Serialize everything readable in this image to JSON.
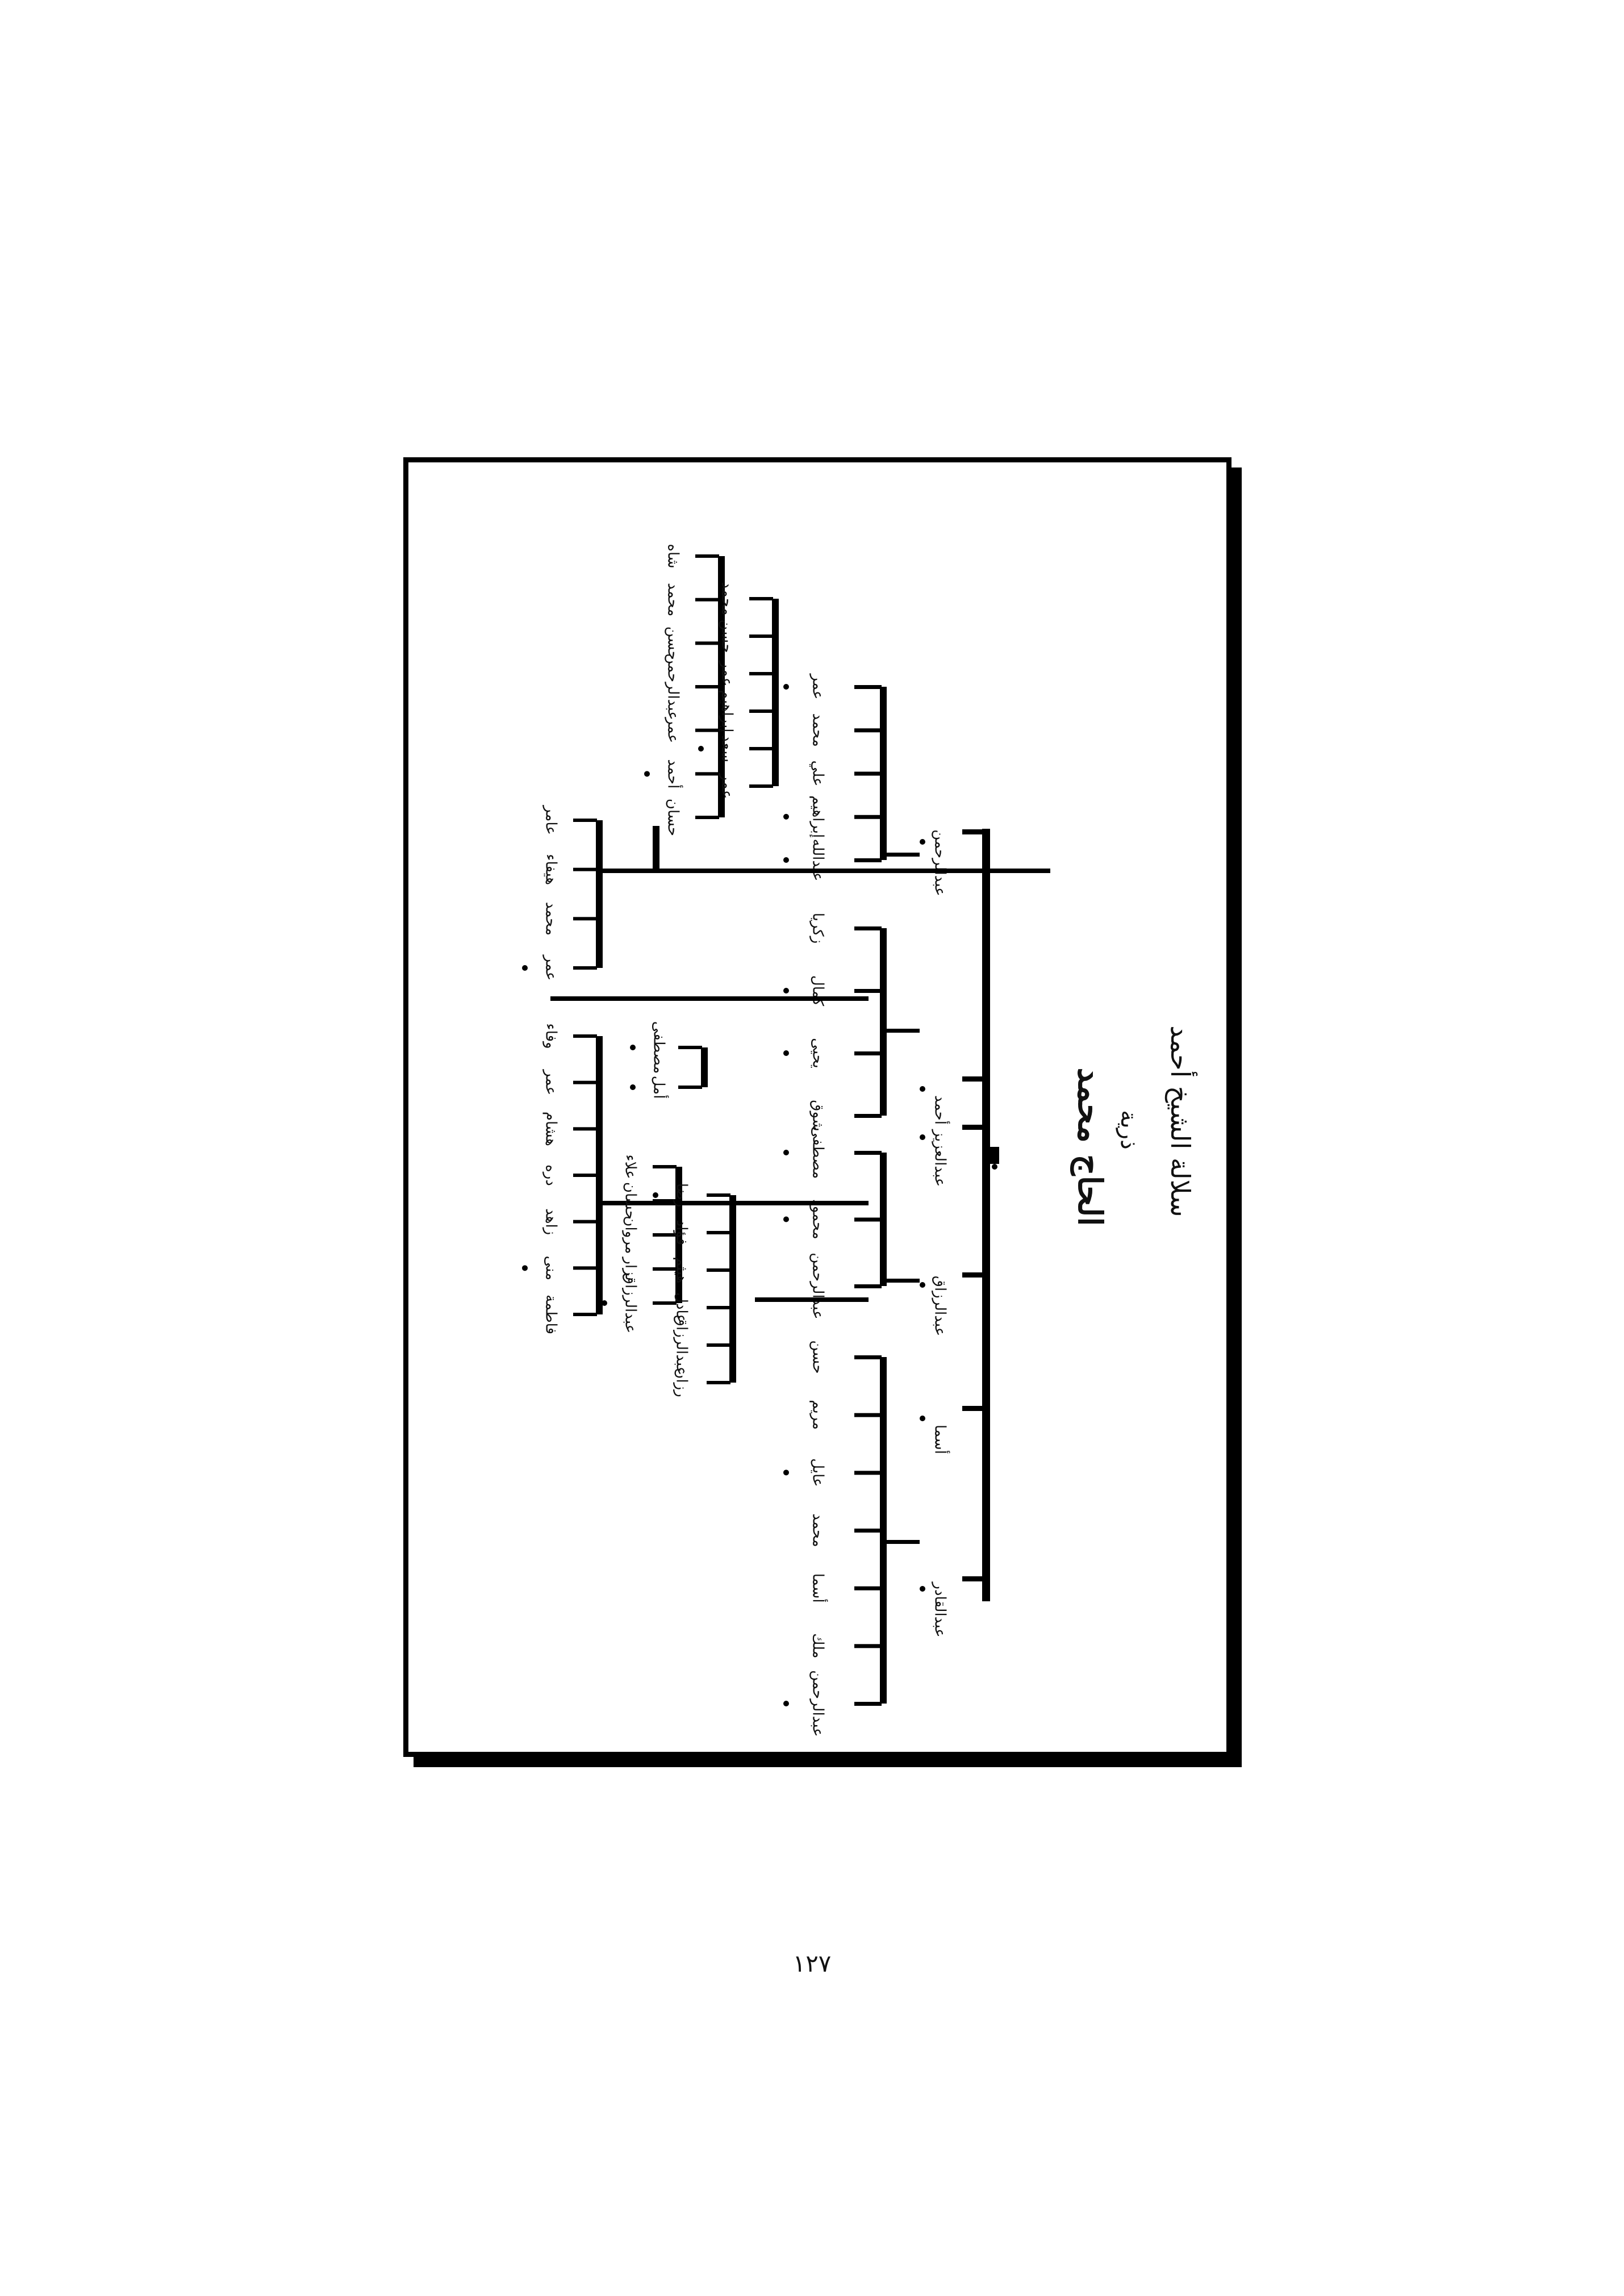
{
  "page_number": "١٢٧",
  "title": "سلالة الشيخ أحمد",
  "subtitle": "ذرية",
  "root": "الحاج محمد",
  "children": [
    "عبدالرحمن",
    "أحمد",
    "عبدالعزيز",
    "عبدالرزاق",
    "أسما",
    "عبدالقادر"
  ],
  "grandchildren": {
    "عبدالرحمن": [
      "عمر",
      "محمد",
      "علي",
      "إبراهيم",
      "عبدالله"
    ],
    "أحمد": [
      "زكريا",
      "كمال",
      "يحيى",
      "شوق"
    ],
    "عبدالرزاق": [
      "مصطفى",
      "محمود",
      "عبدالرحمن"
    ],
    "عبدالقادر": [
      "حسن",
      "مريم",
      "عايل",
      "محمد",
      "أسما",
      "ملك",
      "عبدالرحمن"
    ]
  },
  "great_grandchildren": {
    "عبدالرحمن-1": [
      "شاه",
      "محمد",
      "حسن",
      "عبدالرحمن",
      "عمر",
      "أحمد",
      "حسان"
    ],
    "عبدالرحمن-2": [
      "محمد",
      "حسن",
      "عمر",
      "إبراهيم",
      "سعد",
      "عمر"
    ],
    "زكريا": [
      "عامر",
      "هيفاء",
      "محمد",
      "عمر"
    ],
    "كمال": [
      "مصطفى",
      "أمل"
    ],
    "يحيى": [
      "وفاء",
      "عمر",
      "هشام",
      "دره",
      "زاهد",
      "منى",
      "فاطمة"
    ],
    "عبدالرزاق": [
      "علاء",
      "حسان",
      "مروان",
      "نزار",
      "عبدالرزاق"
    ],
    "مصطفى": [
      "رضا",
      "فؤاد",
      "هيثم",
      "عادل",
      "عبدالرزاق",
      "رزان"
    ]
  }
}
